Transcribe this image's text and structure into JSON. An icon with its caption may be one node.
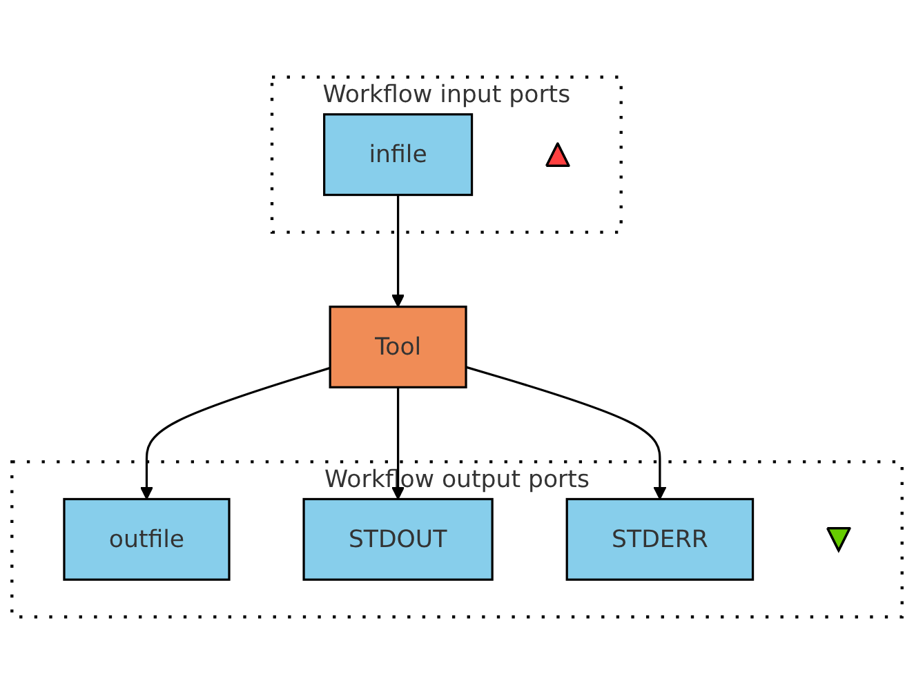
{
  "diagram": {
    "nodes": [
      {
        "text": [
          "Workflow input ports"
        ]
      },
      {
        "text": [
          "infile"
        ],
        "in": 0
      },
      {
        "text": [],
        "shape": "triangle",
        "in": 0
      },
      {
        "text": [
          "Tool"
        ]
      },
      {
        "text": [
          "Workflow output ports"
        ]
      },
      {
        "text": [
          "outfile"
        ],
        "in": 4
      },
      {
        "text": [
          "STDOUT"
        ],
        "in": 4
      },
      {
        "text": [
          "STDERR"
        ],
        "in": 4
      },
      {
        "text": [],
        "shape": "triangle",
        "in": 4
      }
    ],
    "edges": [
      {
        "from": 1,
        "to": 3,
        "arrow": "to"
      },
      {
        "from": 3,
        "to": 5,
        "arrow": "to"
      },
      {
        "from": 3,
        "to": 6,
        "arrow": "to"
      },
      {
        "from": 3,
        "to": 7,
        "arrow": "to"
      }
    ]
  }
}
